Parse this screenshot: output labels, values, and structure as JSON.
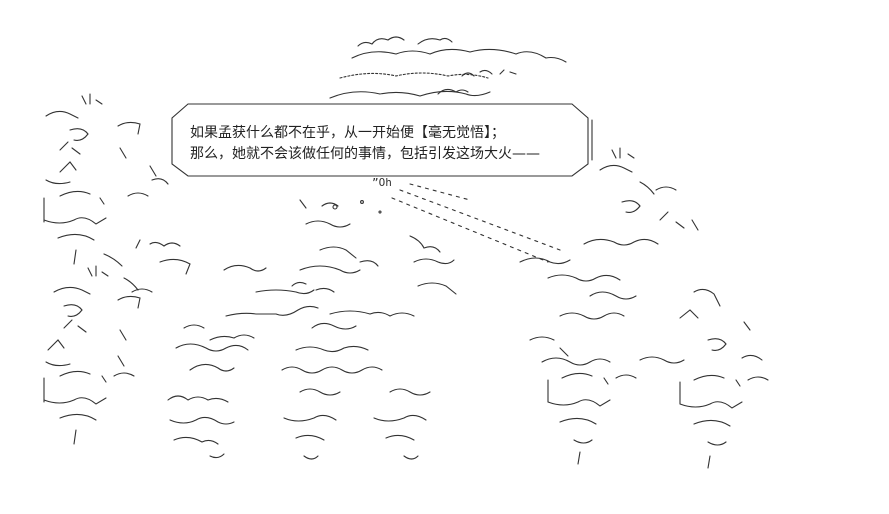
{
  "speech_bubble": {
    "line1": "如果孟获什么都不在乎，从一开始便【毫无觉悟】；",
    "line2": "那么，她就不会该做任何的事情，包括引发这场大火——"
  },
  "sound_effect": "”Oh",
  "colors": {
    "ink": "#222222",
    "background": "#ffffff"
  }
}
